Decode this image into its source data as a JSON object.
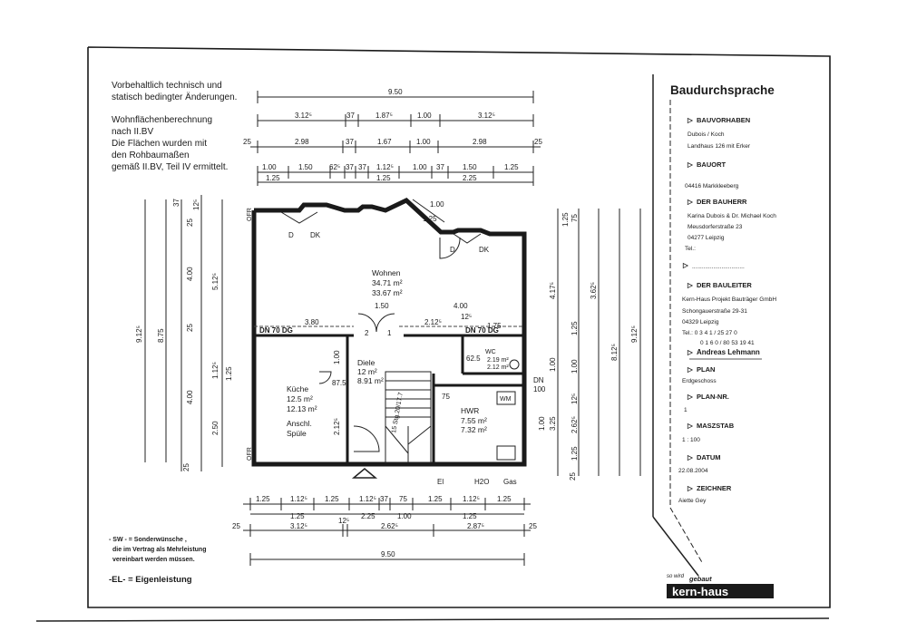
{
  "notes": {
    "top": [
      "Vorbehaltlich technisch und",
      "statisch bedingter Änderungen."
    ],
    "calc": [
      "Wohnflächenberechnung",
      "nach II.BV",
      "Die Flächen wurden mit",
      "den Rohbaumaßen",
      "gemäß II.BV, Teil IV ermittelt."
    ],
    "sw": [
      "- SW - = Sonderwünsche ,",
      "die im Vertrag als Mehrleistung",
      "vereinbart werden müssen."
    ],
    "el": "-EL- = Eigenleistung"
  },
  "dims": {
    "top_row1": [
      "9.50"
    ],
    "top_row2": [
      "3.12⁵",
      "37",
      "1.87⁵",
      "1.00",
      "3.12⁵"
    ],
    "top_row3": [
      "25",
      "2.98",
      "37",
      "1.67",
      "1.00",
      "2.98",
      "25"
    ],
    "top_row4a": [
      "1.00",
      "1.50",
      "62⁵",
      "37",
      "37",
      "1.12⁵",
      "1.00",
      "37",
      "1.50",
      "1.25"
    ],
    "top_row4b": [
      "1.25",
      "1.25",
      "2.25"
    ],
    "bottom_row1": [
      "1.25",
      "1.12⁵",
      "1.25",
      "1.12⁵",
      "37",
      "75",
      "1.25",
      "1.12⁵",
      "1.25"
    ],
    "bottom_row1b": [
      "1.25",
      "2.25",
      "1.00",
      "1.25"
    ],
    "bottom_row2": [
      "25",
      "3.12⁵",
      "12⁵",
      "2.62⁵",
      "2.87⁵",
      "25"
    ],
    "bottom_row3": [
      "9.50"
    ],
    "left_outer": "9.12⁵",
    "left_mid": "8.75",
    "left_a": [
      "37",
      "4.00",
      "25",
      "4.00",
      "2.50",
      "25"
    ],
    "left_b": [
      "12⁵",
      "25",
      "5.12⁵",
      "1.12⁵",
      "1.25"
    ],
    "right_outer": "9.12⁵",
    "right_mid": "8.12⁵",
    "right_a": [
      "1.25",
      "4.17⁵",
      "1.00",
      "3.25",
      "25"
    ],
    "right_b": [
      "75",
      "3.62⁵",
      "1.25",
      "1.00",
      "12⁵",
      "2.62⁵",
      "1.25"
    ],
    "diag": [
      "1.00",
      "1.25"
    ],
    "inner": [
      "1.50",
      "4.00",
      "2.12⁵",
      "12⁵",
      "3.80",
      "1.75",
      "1.00",
      "87.5",
      "62.5",
      "2.12⁵",
      "75",
      "1.00"
    ]
  },
  "rooms": {
    "wohnen": {
      "name": "Wohnen",
      "a1": "34.71 m²",
      "a2": "33.67 m²"
    },
    "kueche": {
      "name": "Küche",
      "a1": "12.5 m²",
      "a2": "12.13 m²",
      "note1": "Anschl.",
      "note2": "Spüle"
    },
    "diele": {
      "name": "Diele",
      "a1": "12 m²",
      "a2": "8.91 m²"
    },
    "hwr": {
      "name": "HWR",
      "a1": "7.55 m²",
      "a2": "7.32 m²"
    },
    "wc": {
      "name": "WC",
      "a1": "2.19 m²",
      "a2": "2.12 m²"
    }
  },
  "labels": {
    "d1": "D",
    "dk1": "DK",
    "d2": "D",
    "dk2": "DK",
    "dn_left": "DN 70 DG",
    "dn_right": "DN 70 DG",
    "dn": "DN",
    "dn_num": "100",
    "ofr_top": "OFR",
    "ofr_bottom": "OFR",
    "stairs": "15 Stg.20/17.7",
    "wm": "WM",
    "el": "El",
    "h2o": "H2O",
    "gas": "Gas",
    "door_n1": "2",
    "door_n2": "1"
  },
  "panel": {
    "title": "Baudurchsprache",
    "bauvorhaben_h": "BAUVORHABEN",
    "bauvorhaben": [
      "Dubois / Koch",
      "Landhaus 126 mit Erker"
    ],
    "bauort_h": "BAUORT",
    "bauort": "04416 Markkleeberg",
    "bauherr_h": "DER BAUHERR",
    "bauherr": [
      "Karina Dubois & Dr. Michael Koch",
      "Meusdorferstraße 23",
      "04277 Leipzig",
      "Tel.:"
    ],
    "bauleiter_h": "DER BAULEITER",
    "bauleiter": [
      "Kern-Haus Projekt Bauträger GmbH",
      "Schongauerstraße 29-31",
      "04329 Leipzig",
      "Tel.: 0 3 4 1 / 25 27 0",
      "0 1 6 0 / 80 53 19 41"
    ],
    "bauleiter_name": "Andreas Lehmann",
    "plan_h": "PLAN",
    "plan": "Erdgeschoss",
    "plannr_h": "PLAN-NR.",
    "plannr": "1",
    "massstab_h": "MASZSTAB",
    "massstab": "1 : 100",
    "datum_h": "DATUM",
    "datum": "22.08.2004",
    "zeichner_h": "ZEICHNER",
    "zeichner": "Aiette Gey",
    "arrow": "▷",
    "dots": "................................"
  },
  "logo": {
    "small1": "so wird",
    "small2": "gebaut",
    "brand": "kern-haus"
  }
}
